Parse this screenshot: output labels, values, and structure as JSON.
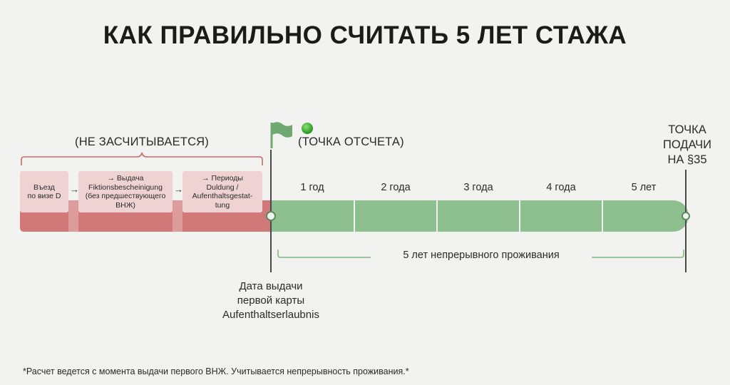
{
  "title": "КАК ПРАВИЛЬНО СЧИТАТЬ 5 ЛЕТ СТАЖА",
  "not_counted_label": "(НЕ ЗАСЧИТЫВАЕТСЯ)",
  "start_point_label": "(ТОЧКА ОТСЧЕТА)",
  "submission_point_label": "ТОЧКА\nПОДАЧИ\nНА §35",
  "pre_steps": [
    {
      "text": "Въезд\nпо визе D"
    },
    {
      "text": "→ Выдача\nFiktionsbescheinigung\n(без предшествующего\nВНЖ)"
    },
    {
      "text": "→ Периоды\nDuldung /\nAufenthaltsgestat-\ntung"
    }
  ],
  "years": [
    "1 год",
    "2 года",
    "3 года",
    "4 года",
    "5 лет"
  ],
  "span_label": "5 лет непрерывного проживания",
  "date_label": "Дата выдачи\nпервой карты\nAufenthaltserlaubnis",
  "footnote": "*Расчет ведется с момента выдачи первого ВНЖ. Учитывается непрерывность проживания.*",
  "colors": {
    "not_counted": "#d17979",
    "counted": "#8ebf8f",
    "step_box": "#efd3d3",
    "bracket": "#c96a6a",
    "flag": "#6fa870",
    "dot": "#32a02a"
  },
  "icons": [
    "flag-icon",
    "green-dot-icon",
    "arrow-right-icon"
  ]
}
